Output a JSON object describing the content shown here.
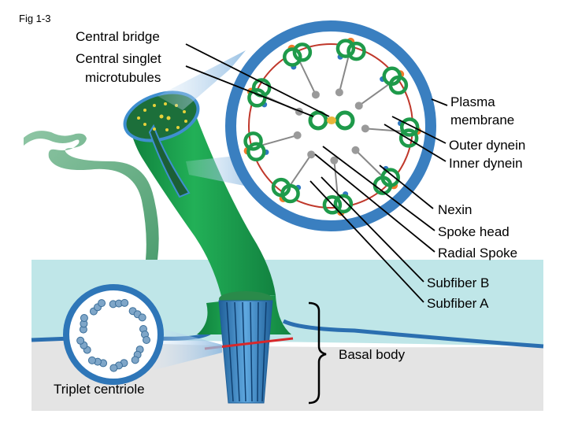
{
  "figure_label": "Fig 1-3",
  "labels": {
    "central_bridge": "Central bridge",
    "central_singlet_1": "Central singlet",
    "central_singlet_2": "microtubules",
    "plasma_1": "Plasma",
    "plasma_2": "membrane",
    "outer_dynein": "Outer dynein",
    "inner_dynein": "Inner dynein",
    "nexin": "Nexin",
    "spoke_head": "Spoke head",
    "radial_spoke": "Radial Spoke",
    "subfiber_b": "Subfiber B",
    "subfiber_a": "Subfiber A",
    "basal_body": "Basal body",
    "triplet_centriole": "Triplet centriole"
  },
  "colors": {
    "membrane_blue": "#3a7fc0",
    "microtubule_green": "#1e9a4a",
    "flagellum_green": "#1a9a52",
    "dynein_orange": "#f07a2a",
    "cell_surface": "#b9e3e6",
    "cell_interior": "#e3e3e3",
    "basal_blue": "#2f78b8",
    "red_bar": "#d8282a"
  }
}
